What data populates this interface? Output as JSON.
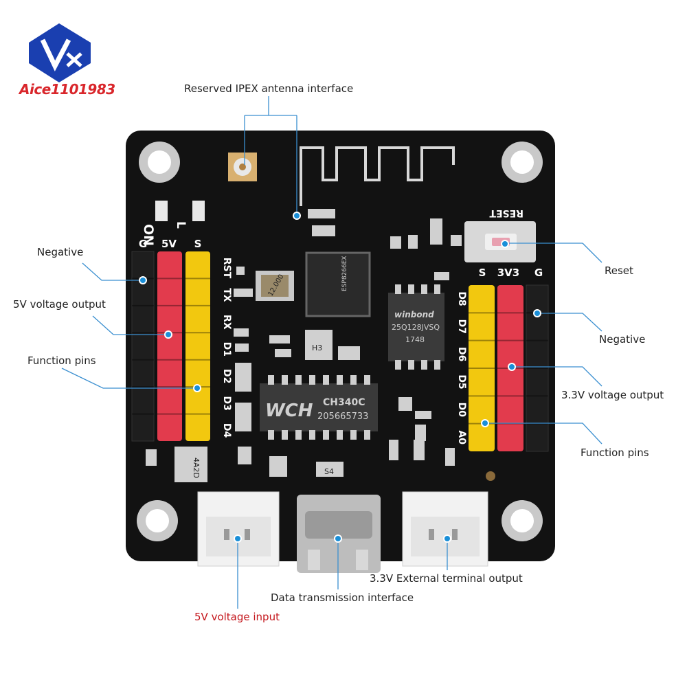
{
  "logo": {
    "text": "Aice1101983",
    "colors": {
      "shield": "#1a3fb0",
      "text": "#d9262b"
    }
  },
  "board": {
    "chip_markings": {
      "wifi_module": "ESP8266EX",
      "flash": [
        "winbond",
        "25Q128JVSQ",
        "1748"
      ],
      "usb_serial": [
        "WCH",
        "CH340C",
        "205665733"
      ],
      "regulator": "4A2D",
      "mosfet": "H3",
      "diode": "S4",
      "crystal": "12.000"
    },
    "silkscreen": {
      "on": "ON",
      "l": "L",
      "reset": "RESET",
      "left_header": [
        "G",
        "5V",
        "S"
      ],
      "right_header": [
        "S",
        "3V3",
        "G"
      ],
      "left_pins": [
        "RST",
        "TX",
        "RX",
        "D1",
        "D2",
        "D3",
        "D4"
      ],
      "right_pins": [
        "D8",
        "D7",
        "D6",
        "D5",
        "D0",
        "A0"
      ]
    }
  },
  "callouts": {
    "ipex": "Reserved IPEX antenna interface",
    "negative_left": "Negative",
    "v5_output": "5V voltage output",
    "function_left": "Function pins",
    "reset": "Reset",
    "negative_right": "Negative",
    "v33_output": "3.3V voltage output",
    "function_right": "Function pins",
    "v33_terminal": "3.3V External terminal output",
    "data_interface": "Data transmission interface",
    "v5_input": "5V voltage input"
  },
  "colors": {
    "board": "#111111",
    "header_red": "#e23b4d",
    "header_yellow": "#f2c80f",
    "dot": "#1a8fd8",
    "line": "#3a8fd0",
    "input_label": "#c4161c"
  }
}
